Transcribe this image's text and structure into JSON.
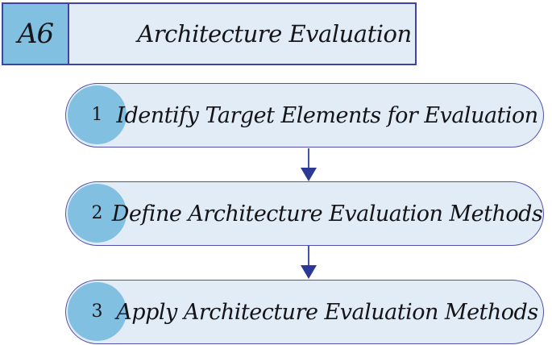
{
  "diagram": {
    "header": {
      "code": "A6",
      "title": "Architecture Evaluation"
    },
    "steps": [
      {
        "number": "1",
        "label": "Identify Target Elements for Evaluation"
      },
      {
        "number": "2",
        "label": "Define Architecture Evaluation Methods"
      },
      {
        "number": "3",
        "label": "Apply Architecture Evaluation Methods"
      }
    ],
    "colors": {
      "badge_fill": "#82c0e2",
      "box_fill": "#e1ecf6",
      "header_border": "#4143a4",
      "pill_border": "#5252ae",
      "arrow_line": "#4353a8",
      "arrow_head": "#2b3894",
      "text": "#16161a"
    }
  }
}
